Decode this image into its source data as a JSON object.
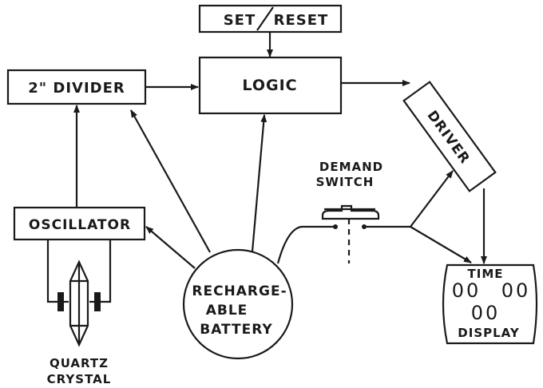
{
  "blocks": {
    "set_reset": {
      "set": "SET",
      "slash": "/",
      "reset": "RESET"
    },
    "divider": "2\" DIVIDER",
    "logic": "LOGIC",
    "driver": "DRIVER",
    "oscillator": "OSCILLATOR",
    "battery": [
      "RECHARGE-",
      "ABLE",
      "BATTERY"
    ],
    "demand_switch": [
      "DEMAND",
      "SWITCH"
    ],
    "display": {
      "top": "TIME",
      "digits_left": "00",
      "digits_right": "00",
      "digits_bottom": "00",
      "bottom": "DISPLAY"
    },
    "quartz": [
      "QUARTZ",
      "CRYSTAL"
    ]
  },
  "colors": {
    "ink": "#1a1a1a",
    "paper": "#ffffff"
  }
}
